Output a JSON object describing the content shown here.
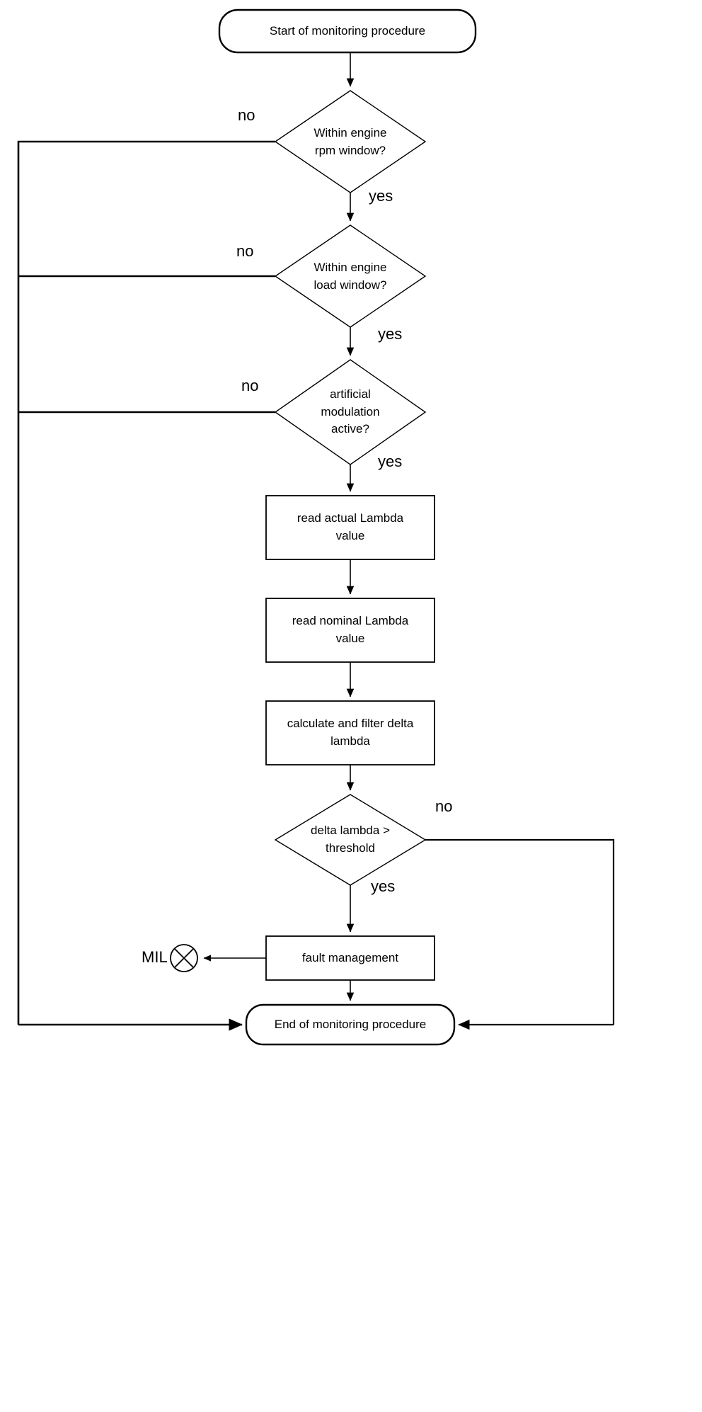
{
  "diagram": {
    "title": "Lambda monitoring procedure flowchart",
    "stroke_color": "#000000",
    "fill_color": "#ffffff",
    "background": "#ffffff"
  },
  "nodes": {
    "start": {
      "label": "Start of monitoring procedure",
      "shape": "terminator"
    },
    "d1": {
      "label": "Within engine\nrpm window?",
      "shape": "decision"
    },
    "d2": {
      "label": "Within engine\nload window?",
      "shape": "decision"
    },
    "d3": {
      "label": "artificial\nmodulation\nactive?",
      "shape": "decision"
    },
    "p1": {
      "label": "read actual Lambda\nvalue",
      "shape": "process"
    },
    "p2": {
      "label": "read nominal Lambda\nvalue",
      "shape": "process"
    },
    "p3": {
      "label": "calculate and filter delta\nlambda",
      "shape": "process"
    },
    "d4": {
      "label": "delta lambda >\nthreshold",
      "shape": "decision"
    },
    "p4": {
      "label": "fault management",
      "shape": "process"
    },
    "mil": {
      "label": "MIL",
      "shape": "crossed-circle"
    },
    "end": {
      "label": "End of monitoring procedure",
      "shape": "terminator"
    }
  },
  "edge_labels": {
    "d1_no": "no",
    "d1_yes": "yes",
    "d2_no": "no",
    "d2_yes": "yes",
    "d3_no": "no",
    "d3_yes": "yes",
    "d4_no": "no",
    "d4_yes": "yes"
  }
}
